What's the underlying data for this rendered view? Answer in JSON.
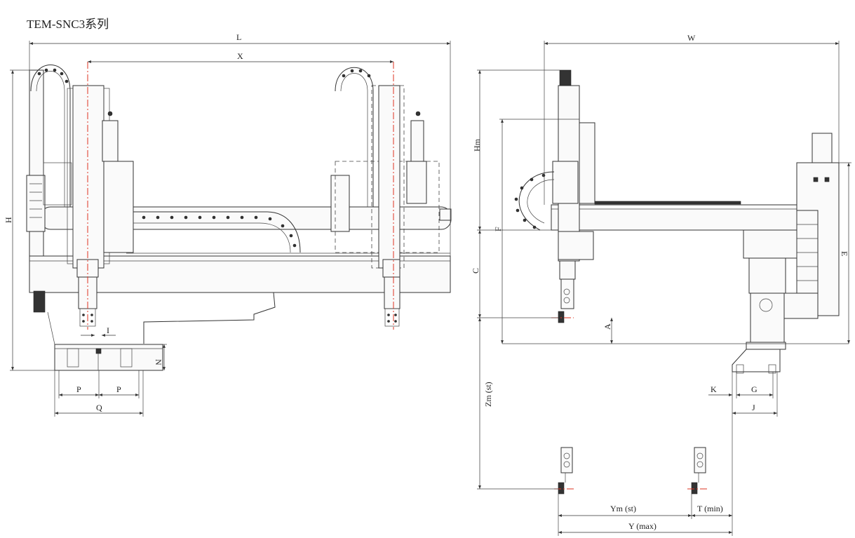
{
  "title": "TEM-SNC3系列",
  "labels": {
    "L": "L",
    "X": "X",
    "H": "H",
    "I": "I",
    "N": "N",
    "P1": "P",
    "P2": "P",
    "Q": "Q",
    "W": "W",
    "Hm": "Hm",
    "F": "F",
    "C": "C",
    "A": "A",
    "E": "E",
    "K": "K",
    "G": "G",
    "J": "J",
    "Zm": "Zm (st)",
    "Ym": "Ym (st)",
    "T": "T (min)",
    "Y": "Y (max)"
  }
}
